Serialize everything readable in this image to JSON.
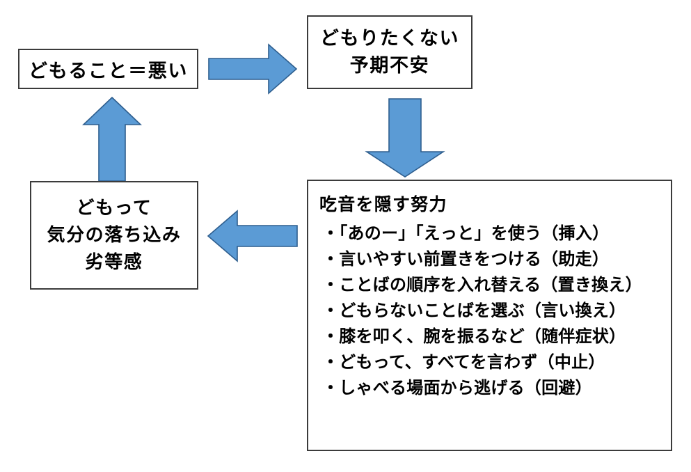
{
  "diagram": {
    "type": "cycle-flow",
    "palette": {
      "arrow_fill": "#5B9BD5",
      "arrow_stroke": "#2E5E8E",
      "box_border": "#3B3B3B",
      "box_fill": "#FFFFFF",
      "text": "#000000"
    },
    "nodes": {
      "belief": {
        "lines": [
          "どもること＝悪い"
        ]
      },
      "anticipation": {
        "line1": "どもりたくない",
        "line2": "予期不安"
      },
      "feelings": {
        "line1": "どもって",
        "line2": "気分の落ち込み",
        "line3": "劣等感"
      },
      "efforts": {
        "title": "吃音を隠す努力",
        "items": [
          "・「あのー」「えっと」を使う（挿入）",
          "・言いやすい前置きをつける（助走）",
          "・ことばの順序を入れ替える（置き換え）",
          "・どもらないことばを選ぶ（言い換え）",
          "・膝を叩く、腕を振るなど（随伴症状）",
          "・どもって、すべてを言わず（中止）",
          "・しゃべる場面から逃げる（回避）"
        ]
      }
    },
    "arrows": {
      "belief_to_anticipation": "right-arrow",
      "anticipation_to_efforts": "down-arrow",
      "efforts_to_feelings": "left-arrow",
      "feelings_to_belief": "up-arrow"
    }
  }
}
